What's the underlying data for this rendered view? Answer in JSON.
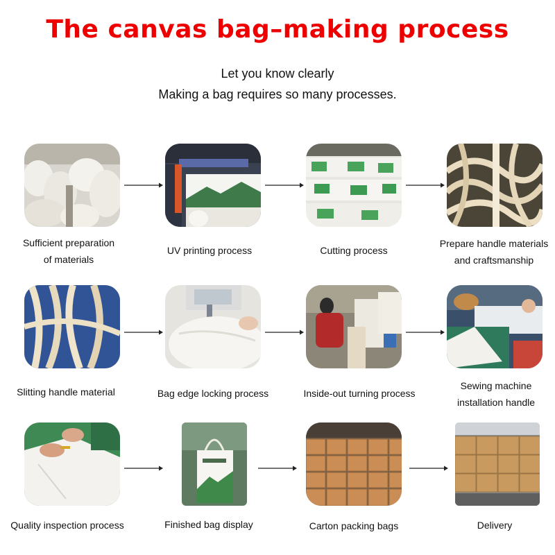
{
  "header": {
    "title": "The canvas bag–making process",
    "subtitle_line1": "Let you know clearly",
    "subtitle_line2": "Making a bag requires so many processes."
  },
  "steps": [
    {
      "label": "Sufficient preparation of materials",
      "line1": "Sufficient preparation",
      "line2": "of materials"
    },
    {
      "label": "UV printing process",
      "line1": "UV printing process",
      "line2": ""
    },
    {
      "label": "Cutting process",
      "line1": "Cutting process",
      "line2": ""
    },
    {
      "label": "Prepare handle materials and craftsmanship",
      "line1": "Prepare handle materials",
      "line2": "and craftsmanship"
    },
    {
      "label": "Slitting handle material",
      "line1": "Slitting handle material",
      "line2": ""
    },
    {
      "label": "Bag edge locking process",
      "line1": "Bag edge locking process",
      "line2": ""
    },
    {
      "label": "Inside-out turning process",
      "line1": "Inside-out turning process",
      "line2": ""
    },
    {
      "label": "Sewing machine installation handle",
      "line1": "Sewing machine",
      "line2": "installation handle"
    },
    {
      "label": "Quality inspection process",
      "line1": "Quality inspection process",
      "line2": ""
    },
    {
      "label": "Finished bag display",
      "line1": "Finished bag display",
      "line2": ""
    },
    {
      "label": "Carton packing bags",
      "line1": "Carton packing bags",
      "line2": ""
    },
    {
      "label": "Delivery",
      "line1": "Delivery",
      "line2": ""
    }
  ],
  "colors": {
    "title": "#ee0000",
    "arrow": "#222222"
  }
}
